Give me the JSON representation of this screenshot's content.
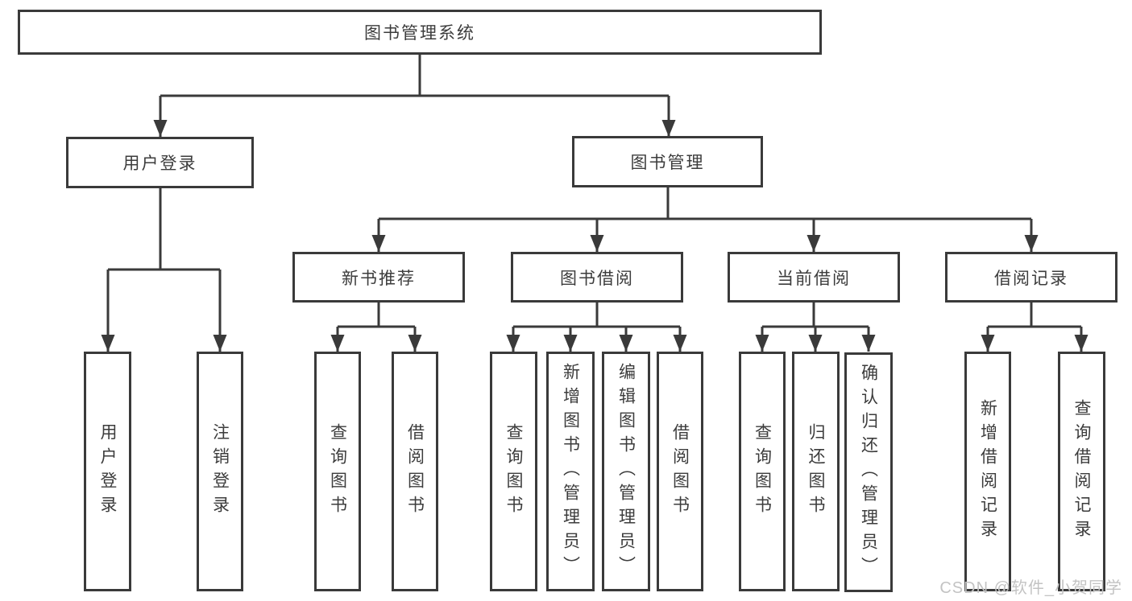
{
  "diagram": {
    "title": "图书管理系统",
    "level1": [
      {
        "label": "用户登录",
        "children": [
          {
            "label": "用户登录"
          },
          {
            "label": "注销登录"
          }
        ]
      },
      {
        "label": "图书管理",
        "children": [
          {
            "label": "新书推荐",
            "children": [
              {
                "label": "查询图书"
              },
              {
                "label": "借阅图书"
              }
            ]
          },
          {
            "label": "图书借阅",
            "children": [
              {
                "label": "查询图书"
              },
              {
                "label": "新增图书（管理员）"
              },
              {
                "label": "编辑图书（管理员）"
              },
              {
                "label": "借阅图书"
              }
            ]
          },
          {
            "label": "当前借阅",
            "children": [
              {
                "label": "查询图书"
              },
              {
                "label": "归还图书"
              },
              {
                "label": "确认归还（管理员）"
              }
            ]
          },
          {
            "label": "借阅记录",
            "children": [
              {
                "label": "新增借阅记录"
              },
              {
                "label": "查询借阅记录"
              }
            ]
          }
        ]
      }
    ]
  },
  "watermark": {
    "text": "CSDN @软件_小贺同学"
  },
  "colors": {
    "line": "#3a3a3a",
    "text": "#3c3c3c",
    "box_background": "#ffffff",
    "page_background": "#ffffff",
    "watermark": "#c3c3c3"
  }
}
